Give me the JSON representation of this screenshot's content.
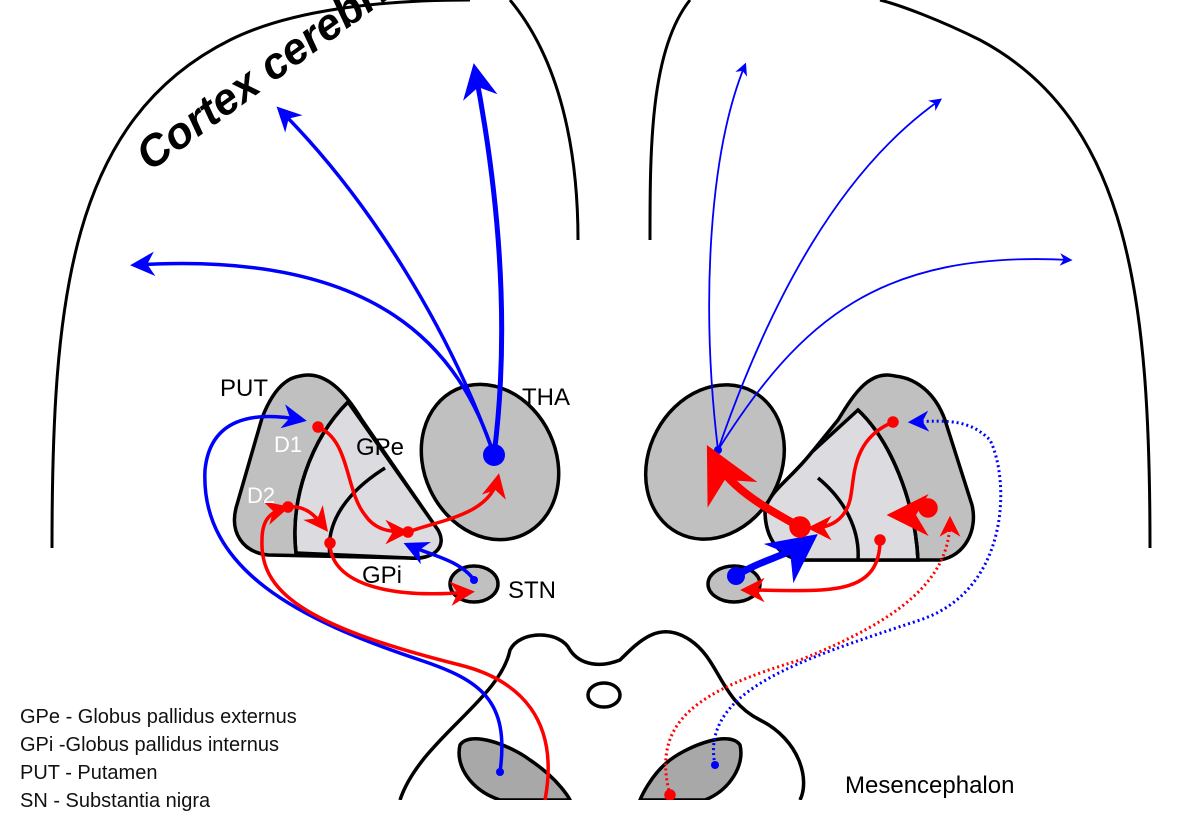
{
  "title": "Cortex cerebri",
  "labels": {
    "put": "PUT",
    "tha": "THA",
    "d1": "D1",
    "d2": "D2",
    "gpe": "GPe",
    "gpi": "GPi",
    "stn": "STN",
    "mesencephalon": "Mesencephalon"
  },
  "legend": [
    "GPe - Globus pallidus externus",
    "GPi -Globus pallidus internus",
    "PUT - Putamen",
    "SN - Substantia nigra"
  ],
  "colors": {
    "excitatory": "#0000ff",
    "inhibitory": "#ff0000",
    "nucleus": "#c0c0c0",
    "pallidum": "#dcdce0"
  }
}
